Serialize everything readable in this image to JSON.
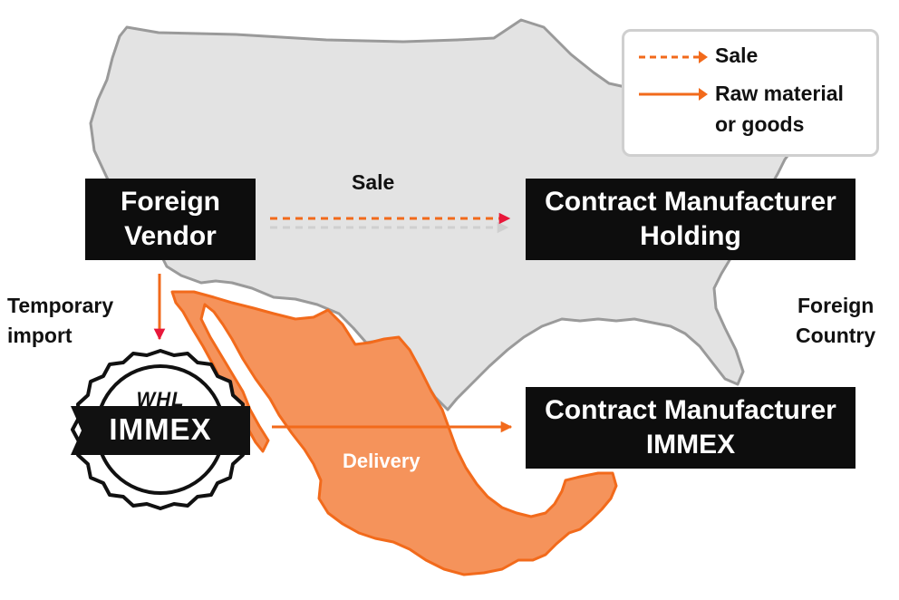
{
  "legend": {
    "sale_label": "Sale",
    "goods_label_line1": "Raw material",
    "goods_label_line2": "or goods"
  },
  "nodes": {
    "foreign_vendor": {
      "line1": "Foreign",
      "line2": "Vendor"
    },
    "holding": {
      "line1": "Contract Manufacturer",
      "line2": "Holding"
    },
    "immex_cm": {
      "line1": "Contract Manufacturer",
      "line2": "IMMEX"
    }
  },
  "labels": {
    "sale": "Sale",
    "temporary_import_line1": "Temporary",
    "temporary_import_line2": "import",
    "foreign_country_line1": "Foreign",
    "foreign_country_line2": "Country",
    "delivery": "Delivery"
  },
  "badge": {
    "logo": "WHL",
    "text": "IMMEX"
  },
  "colors": {
    "accent_orange": "#f26a1b",
    "mexico_fill": "#f5935b",
    "us_fill": "#e3e3e3",
    "us_border": "#9a9a9a",
    "arrow_red": "#e8173a",
    "box_black": "#0d0d0d"
  }
}
